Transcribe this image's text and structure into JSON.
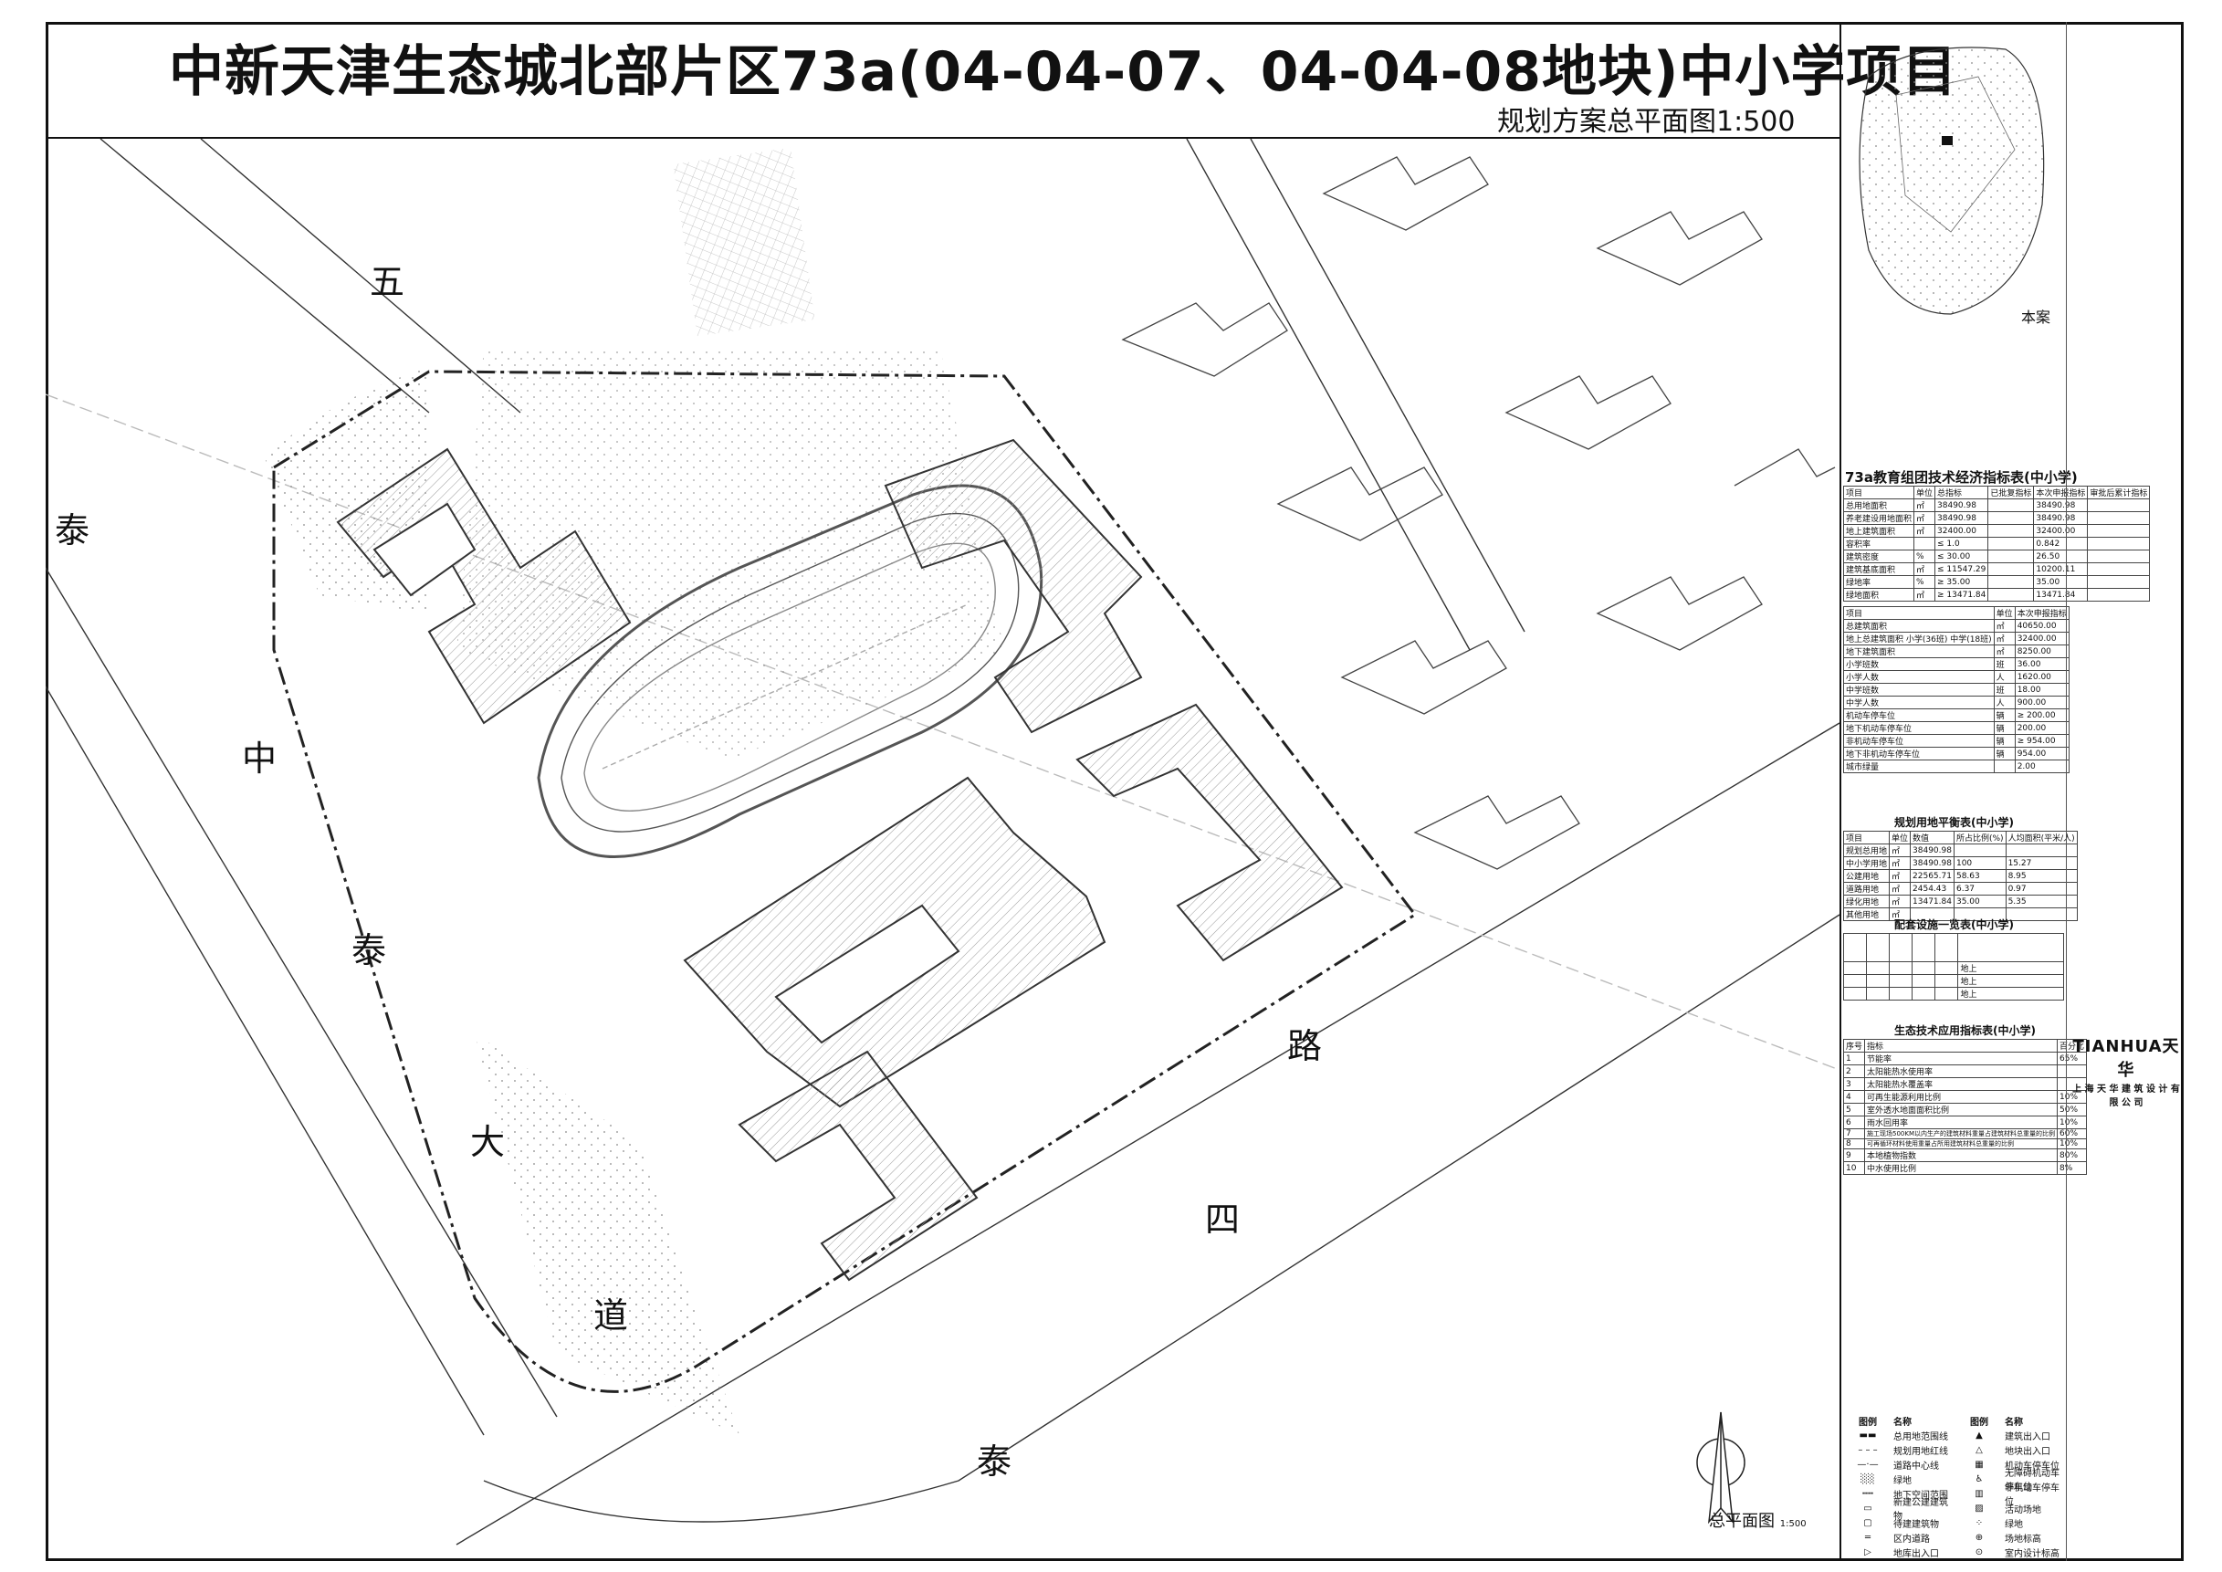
{
  "title": "中新天津生态城北部片区73a(04-04-07、04-04-08地块)中小学项目",
  "subtitle": "规划方案总平面图1:500",
  "road_names": {
    "top_left": "五",
    "left_edge": "泰",
    "zhongtai_1": "中",
    "zhongtai_2": "泰",
    "zhongtai_3": "大",
    "zhongtai_4": "道",
    "sitai_1": "路",
    "sitai_2": "四",
    "sitai_3": "泰"
  },
  "north_arrow_label": "总平面图",
  "north_arrow_scale": "1:500",
  "location_map_label": "本案",
  "indicator_table": {
    "title": "73a教育组团技术经济指标表(中小学)",
    "header": [
      "项目",
      "单位",
      "总指标",
      "已批复指标",
      "本次申报指标",
      "审批后累计指标"
    ],
    "rows": [
      [
        "总用地面积",
        "㎡",
        "38490.98",
        "",
        "38490.98",
        ""
      ],
      [
        "养老建设用地面积",
        "㎡",
        "38490.98",
        "",
        "38490.98",
        ""
      ],
      [
        "地上建筑面积",
        "㎡",
        "32400.00",
        "",
        "32400.00",
        ""
      ],
      [
        "容积率",
        "",
        "≤ 1.0",
        "",
        "0.842",
        ""
      ],
      [
        "建筑密度",
        "%",
        "≤ 30.00",
        "",
        "26.50",
        ""
      ],
      [
        "建筑基底面积",
        "㎡",
        "≤ 11547.29",
        "",
        "10200.11",
        ""
      ],
      [
        "绿地率",
        "%",
        "≥ 35.00",
        "",
        "35.00",
        ""
      ],
      [
        "绿地面积",
        "㎡",
        "≥ 13471.84",
        "",
        "13471.84",
        ""
      ]
    ]
  },
  "detail_table": {
    "header": [
      "项目",
      "单位",
      "本次申报指标"
    ],
    "rows": [
      [
        "总建筑面积",
        "㎡",
        "40650.00"
      ],
      [
        "地上总建筑面积 小学(36班) 中学(18班)",
        "㎡",
        "32400.00"
      ],
      [
        "地下建筑面积",
        "㎡",
        "8250.00"
      ],
      [
        "小学班数",
        "班",
        "36.00"
      ],
      [
        "小学人数",
        "人",
        "1620.00"
      ],
      [
        "中学班数",
        "班",
        "18.00"
      ],
      [
        "中学人数",
        "人",
        "900.00"
      ],
      [
        "机动车停车位",
        "辆",
        "≥ 200.00"
      ],
      [
        "地下机动车停车位",
        "辆",
        "200.00"
      ],
      [
        "非机动车停车位",
        "辆",
        "≥ 954.00"
      ],
      [
        "地下非机动车停车位",
        "辆",
        "954.00"
      ],
      [
        "城市绿量",
        "",
        "2.00"
      ]
    ]
  },
  "land_balance_table": {
    "title": "规划用地平衡表(中小学)",
    "header": [
      "项目",
      "单位",
      "数值",
      "所占比例(%)",
      "人均面积(平米/人)"
    ],
    "rows": [
      [
        "规划总用地",
        "㎡",
        "38490.98",
        "",
        ""
      ],
      [
        "中小学用地",
        "㎡",
        "38490.98",
        "100",
        "15.27"
      ],
      [
        "公建用地",
        "㎡",
        "22565.71",
        "58.63",
        "8.95"
      ],
      [
        "道路用地",
        "㎡",
        "2454.43",
        "6.37",
        "0.97"
      ],
      [
        "绿化用地",
        "㎡",
        "13471.84",
        "35.00",
        "5.35"
      ],
      [
        "其他用地",
        "㎡",
        "",
        "",
        ""
      ]
    ]
  },
  "facility_table": {
    "title": "配套设施一览表(中小学)",
    "rows": [
      [
        "",
        "",
        "",
        "",
        "",
        "地上"
      ],
      [
        "",
        "",
        "",
        "",
        "",
        "地上"
      ],
      [
        "",
        "",
        "",
        "",
        "",
        "地上"
      ]
    ]
  },
  "eco_table": {
    "title": "生态技术应用指标表(中小学)",
    "header": [
      "序号",
      "指标",
      "百分比"
    ],
    "rows": [
      [
        "1",
        "节能率",
        "65%"
      ],
      [
        "2",
        "太阳能热水使用率",
        ""
      ],
      [
        "3",
        "太阳能热水覆盖率",
        ""
      ],
      [
        "4",
        "可再生能源利用比例",
        "10%"
      ],
      [
        "5",
        "室外透水地面面积比例",
        "50%"
      ],
      [
        "6",
        "雨水回用率",
        "10%"
      ],
      [
        "7",
        "施工现场500KM以内生产的建筑材料重量占建筑材料总重量的比例",
        "60%"
      ],
      [
        "8",
        "可再循环材料使用重量占所用建筑材料总重量的比例",
        "10%"
      ],
      [
        "9",
        "本地植物指数",
        "80%"
      ],
      [
        "10",
        "中水使用比例",
        "8%"
      ]
    ]
  },
  "tianhua": {
    "name": "TIANHUA天华",
    "company": "上 海 天 华 建 筑 设 计 有 限 公 司"
  },
  "legend": {
    "header_left": "图例",
    "header_mid": "名称",
    "items": [
      [
        "总用地范围线",
        "建筑出入口"
      ],
      [
        "规划用地红线",
        "地块出入口"
      ],
      [
        "道路中心线",
        "机动车停车位"
      ],
      [
        "绿地",
        "无障碍机动车停车位"
      ],
      [
        "地下空间范围",
        "非机动车停车位"
      ],
      [
        "新建公建建筑物",
        "活动场地"
      ],
      [
        "待建建筑物",
        "绿地"
      ],
      [
        "区内道路",
        "场地标高"
      ],
      [
        "地库出入口",
        "室内设计标高"
      ]
    ]
  },
  "colors": {
    "line": "#111111",
    "hatch": "#9a9a9a",
    "site_boundary": "#222222"
  }
}
